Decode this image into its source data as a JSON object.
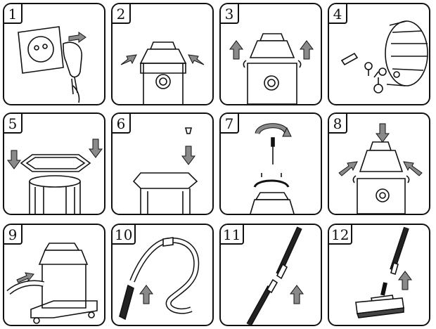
{
  "colors": {
    "ink": "#111111",
    "arrow_fill": "#8a8a8a",
    "paper": "#ffffff"
  },
  "steps": [
    {
      "number": "1",
      "icon": "wall-socket-plug-icon"
    },
    {
      "number": "2",
      "icon": "release-latches-icon"
    },
    {
      "number": "3",
      "icon": "lift-motor-head-icon"
    },
    {
      "number": "4",
      "icon": "filter-cage-parts-icon"
    },
    {
      "number": "5",
      "icon": "place-caster-base-icon"
    },
    {
      "number": "6",
      "icon": "seat-tank-on-base-icon"
    },
    {
      "number": "7",
      "icon": "screw-handle-icon"
    },
    {
      "number": "8",
      "icon": "close-head-latches-icon"
    },
    {
      "number": "9",
      "icon": "connect-hose-to-inlet-icon"
    },
    {
      "number": "10",
      "icon": "attach-hose-handle-icon"
    },
    {
      "number": "11",
      "icon": "join-extension-tubes-icon"
    },
    {
      "number": "12",
      "icon": "attach-floor-nozzle-icon"
    }
  ]
}
